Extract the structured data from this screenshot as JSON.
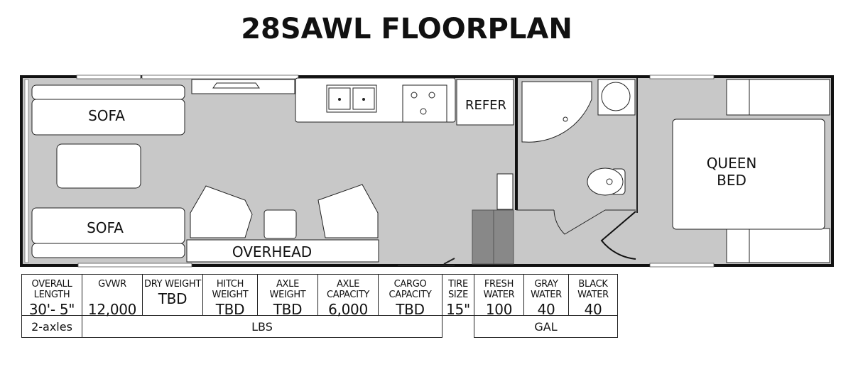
{
  "title": "28SAWL FLOORPLAN",
  "floorplan": {
    "labels": {
      "sofa_top": "SOFA",
      "sofa_bottom": "SOFA",
      "refer": "REFER",
      "overhead": "OVERHEAD",
      "queen_bed_line1": "QUEEN",
      "queen_bed_line2": "BED"
    }
  },
  "specs": {
    "columns": [
      {
        "header": "OVERALL LENGTH",
        "value": "30'- 5\""
      },
      {
        "header": "GVWR",
        "value": "12,000"
      },
      {
        "header": "DRY WEIGHT",
        "value": "TBD"
      },
      {
        "header": "HITCH WEIGHT",
        "value": "TBD"
      },
      {
        "header": "AXLE WEIGHT",
        "value": "TBD"
      },
      {
        "header": "AXLE CAPACITY",
        "value": "6,000"
      },
      {
        "header": "CARGO CAPACITY",
        "value": "TBD"
      },
      {
        "header": "TIRE SIZE",
        "value": "15\""
      },
      {
        "header": "FRESH WATER",
        "value": "100"
      },
      {
        "header": "GRAY WATER",
        "value": "40"
      },
      {
        "header": "BLACK WATER",
        "value": "40"
      }
    ],
    "axles": "2-axles",
    "lbs_unit": "LBS",
    "gal_unit": "GAL"
  }
}
